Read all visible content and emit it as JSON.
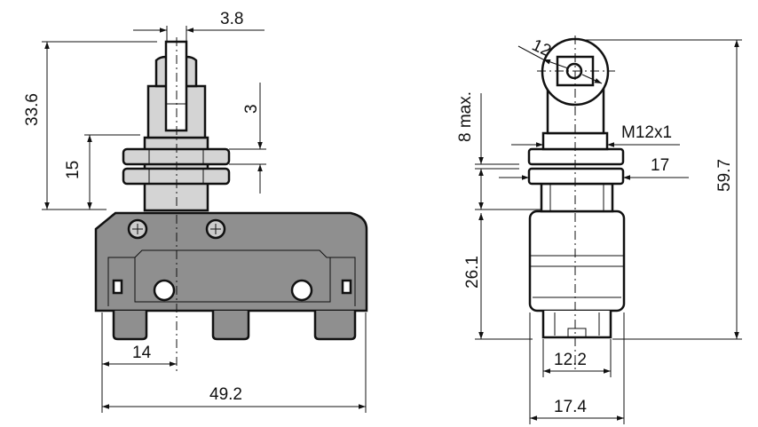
{
  "front_view": {
    "dimensions": {
      "plunger_width": "3.8",
      "overall_height": "33.6",
      "thread_length": "15",
      "nut_thickness": "3",
      "terminal_offset": "14",
      "overall_width": "49.2"
    }
  },
  "side_view": {
    "dimensions": {
      "roller_diameter": "12",
      "thread_projection": "8 max.",
      "thread": "M12x1",
      "nut_size": "17",
      "overall_height": "59.7",
      "body_height": "26.1",
      "terminal_width": "12.2",
      "body_width": "17.4"
    }
  },
  "colors": {
    "body": "#8f8f8f",
    "metal": "#d4d4d4",
    "line": "#111111"
  }
}
